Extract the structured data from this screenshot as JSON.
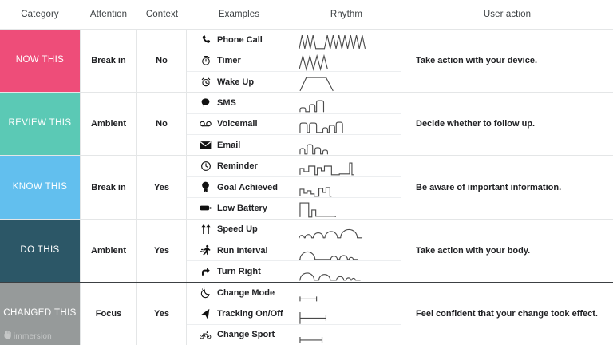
{
  "header": {
    "columns": [
      {
        "key": "category",
        "label": "Category"
      },
      {
        "key": "attention",
        "label": "Attention"
      },
      {
        "key": "context",
        "label": "Context"
      },
      {
        "key": "examples",
        "label": "Examples"
      },
      {
        "key": "rhythm",
        "label": "Rhythm"
      },
      {
        "key": "user_action",
        "label": "User action"
      }
    ]
  },
  "watermark": {
    "text": "immersion",
    "icon": "hand-icon"
  },
  "colors": {
    "now_this": "#ee4d79",
    "review_this": "#5bc9b5",
    "know_this": "#62bfee",
    "do_this": "#2c5767",
    "changed_this": "#969a9a",
    "grid": "#e4e6e7",
    "text": "#202124",
    "header_text": "#3c4043",
    "waveform": "#4a4a4a"
  },
  "rows": [
    {
      "category": "NOW THIS",
      "color": "#ee4d79",
      "attention": "Break in",
      "context": "No",
      "user_action": "Take action with your device.",
      "examples": [
        {
          "label": "Phone Call",
          "icon": "phone-icon",
          "rhythm": "zigzag-burst"
        },
        {
          "label": "Timer",
          "icon": "stopwatch-icon",
          "rhythm": "zigzag-short"
        },
        {
          "label": "Wake Up",
          "icon": "alarm-clock-icon",
          "rhythm": "trapezoid"
        }
      ]
    },
    {
      "category": "REVIEW THIS",
      "color": "#5bc9b5",
      "attention": "Ambient",
      "context": "No",
      "user_action": "Decide whether to follow up.",
      "examples": [
        {
          "label": "SMS",
          "icon": "speech-bubble-icon",
          "rhythm": "round-pulse-sms"
        },
        {
          "label": "Voicemail",
          "icon": "voicemail-icon",
          "rhythm": "round-pulse-voicemail"
        },
        {
          "label": "Email",
          "icon": "envelope-icon",
          "rhythm": "round-pulse-email"
        }
      ]
    },
    {
      "category": "KNOW THIS",
      "color": "#62bfee",
      "attention": "Break in",
      "context": "Yes",
      "user_action": "Be aware of important information.",
      "examples": [
        {
          "label": "Reminder",
          "icon": "clock-icon",
          "rhythm": "square-pulse-reminder"
        },
        {
          "label": "Goal Achieved",
          "icon": "award-icon",
          "rhythm": "square-pulse-goal"
        },
        {
          "label": "Low Battery",
          "icon": "battery-icon",
          "rhythm": "square-pulse-battery"
        }
      ]
    },
    {
      "category": "DO THIS",
      "color": "#2c5767",
      "attention": "Ambient",
      "context": "Yes",
      "user_action": "Take action with your body.",
      "examples": [
        {
          "label": "Speed Up",
          "icon": "double-up-arrow-icon",
          "rhythm": "arc-speedup"
        },
        {
          "label": "Run Interval",
          "icon": "runner-icon",
          "rhythm": "arc-run"
        },
        {
          "label": "Turn Right",
          "icon": "turn-right-icon",
          "rhythm": "arc-turn"
        }
      ]
    },
    {
      "category": "CHANGED THIS",
      "color": "#969a9a",
      "attention": "Focus",
      "context": "Yes",
      "user_action": "Feel confident that your change took effect.",
      "examples": [
        {
          "label": "Change Mode",
          "icon": "moon-mode-icon",
          "rhythm": "ibeam-short"
        },
        {
          "label": "Tracking On/Off",
          "icon": "location-arrow-icon",
          "rhythm": "ibeam-long"
        },
        {
          "label": "Change Sport",
          "icon": "bicycle-icon",
          "rhythm": "ibeam-mid"
        }
      ]
    }
  ]
}
